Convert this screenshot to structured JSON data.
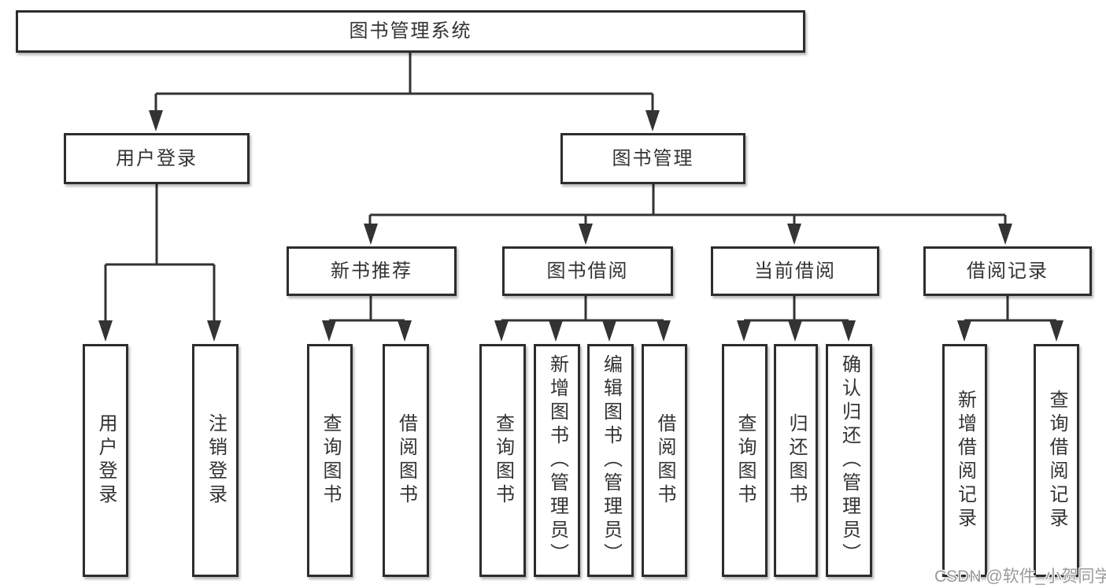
{
  "diagram": {
    "title": "图书管理系统",
    "branches": [
      {
        "label": "用户登录",
        "children": [
          {
            "label": "用户登录"
          },
          {
            "label": "注销登录"
          }
        ]
      },
      {
        "label": "图书管理",
        "children": [
          {
            "label": "新书推荐",
            "children": [
              {
                "label": "查询图书"
              },
              {
                "label": "借阅图书"
              }
            ]
          },
          {
            "label": "图书借阅",
            "children": [
              {
                "label": "查询图书"
              },
              {
                "label": "新增图书（管理员）"
              },
              {
                "label": "编辑图书（管理员）"
              },
              {
                "label": "借阅图书"
              }
            ]
          },
          {
            "label": "当前借阅",
            "children": [
              {
                "label": "查询图书"
              },
              {
                "label": "归还图书"
              },
              {
                "label": "确认归还（管理员）"
              }
            ]
          },
          {
            "label": "借阅记录",
            "children": [
              {
                "label": "新增借阅记录"
              },
              {
                "label": "查询借阅记录"
              }
            ]
          }
        ]
      }
    ]
  },
  "watermark": {
    "text": "CSDN @软件_小贺同学"
  },
  "colors": {
    "line": "#333333",
    "border": "#2d2d2d",
    "text": "#333333",
    "background": "#ffffff",
    "watermark_text": "#9a9a9a"
  }
}
